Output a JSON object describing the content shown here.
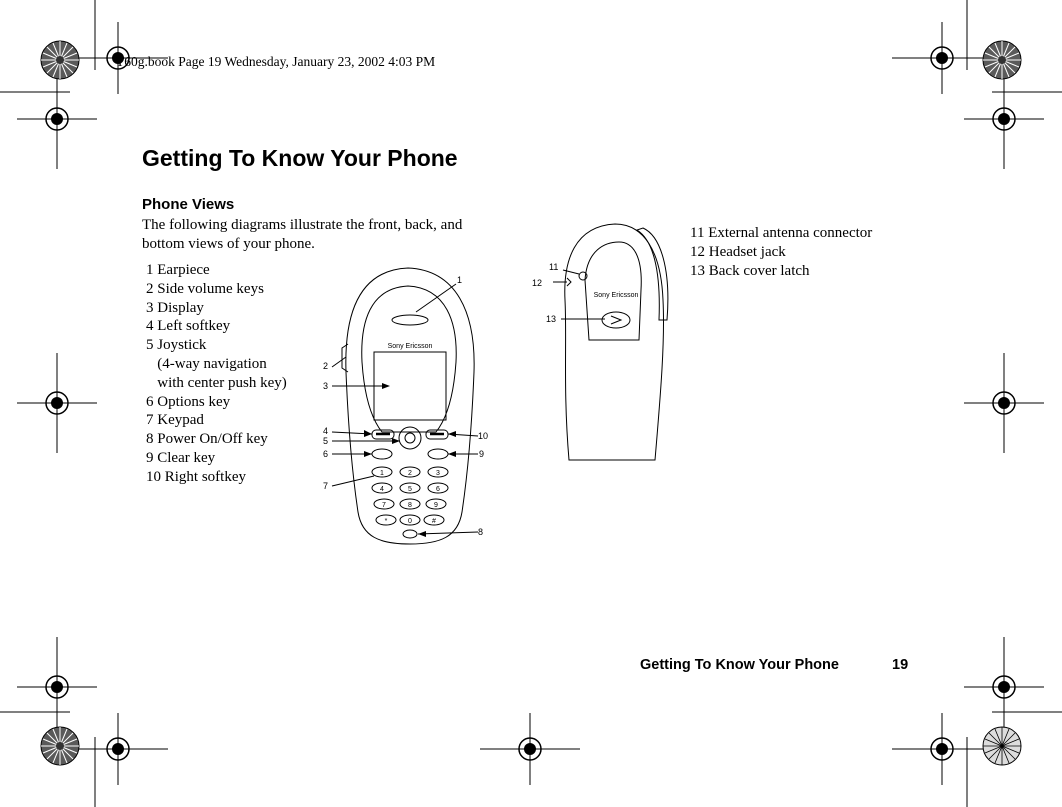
{
  "header": {
    "book_info": "T60g.book  Page 19  Wednesday, January 23, 2002  4:03 PM"
  },
  "page": {
    "title": "Getting To Know Your Phone",
    "section": "Phone Views",
    "intro": "The following diagrams illustrate the front, back, and bottom views of your phone."
  },
  "front_list": [
    "1 Earpiece",
    "2 Side volume keys",
    "3 Display",
    "4 Left softkey",
    "5 Joystick",
    "   (4-way navigation",
    "   with center push key)",
    "6 Options key",
    "7 Keypad",
    "8 Power On/Off key",
    "9 Clear key",
    "10 Right softkey"
  ],
  "back_list": [
    "11 External antenna connector",
    "12 Headset jack",
    "13 Back cover latch"
  ],
  "front_callouts": [
    "1",
    "2",
    "3",
    "4",
    "5",
    "6",
    "7",
    "10",
    "9",
    "8"
  ],
  "back_callouts": [
    "11",
    "12",
    "13"
  ],
  "brand": "Sony Ericsson",
  "keypad_labels": [
    "1",
    "2",
    "3",
    "4",
    "5",
    "6",
    "7",
    "8",
    "9",
    "*",
    "0",
    "#"
  ],
  "footer": {
    "title": "Getting To Know Your Phone",
    "page_number": "19"
  }
}
